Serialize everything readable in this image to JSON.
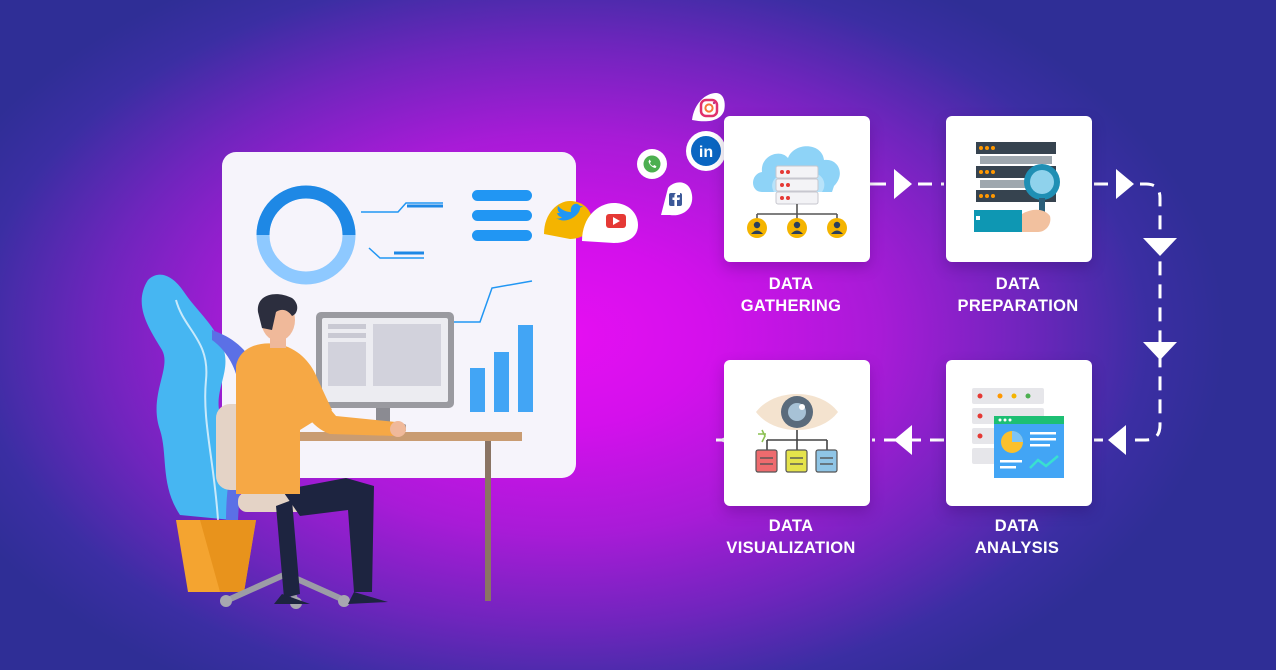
{
  "diagram": {
    "steps": [
      {
        "id": "gathering",
        "line1": "DATA",
        "line2": "GATHERING"
      },
      {
        "id": "preparation",
        "line1": "DATA",
        "line2": "PREPARATION"
      },
      {
        "id": "analysis",
        "line1": "DATA",
        "line2": "ANALYSIS"
      },
      {
        "id": "visualization",
        "line1": "DATA",
        "line2": "VISUALIZATION"
      }
    ],
    "flow_order": [
      "gathering",
      "preparation",
      "analysis",
      "visualization"
    ],
    "social_icons": [
      "instagram-icon",
      "linkedin-icon",
      "whatsapp-icon",
      "facebook-icon",
      "twitter-icon",
      "youtube-icon"
    ]
  },
  "colors": {
    "background_center": "#e60ff2",
    "background_edge": "#2f2e96",
    "card": "#ffffff",
    "accent_blue": "#2196f3",
    "connector": "#ffffff"
  }
}
